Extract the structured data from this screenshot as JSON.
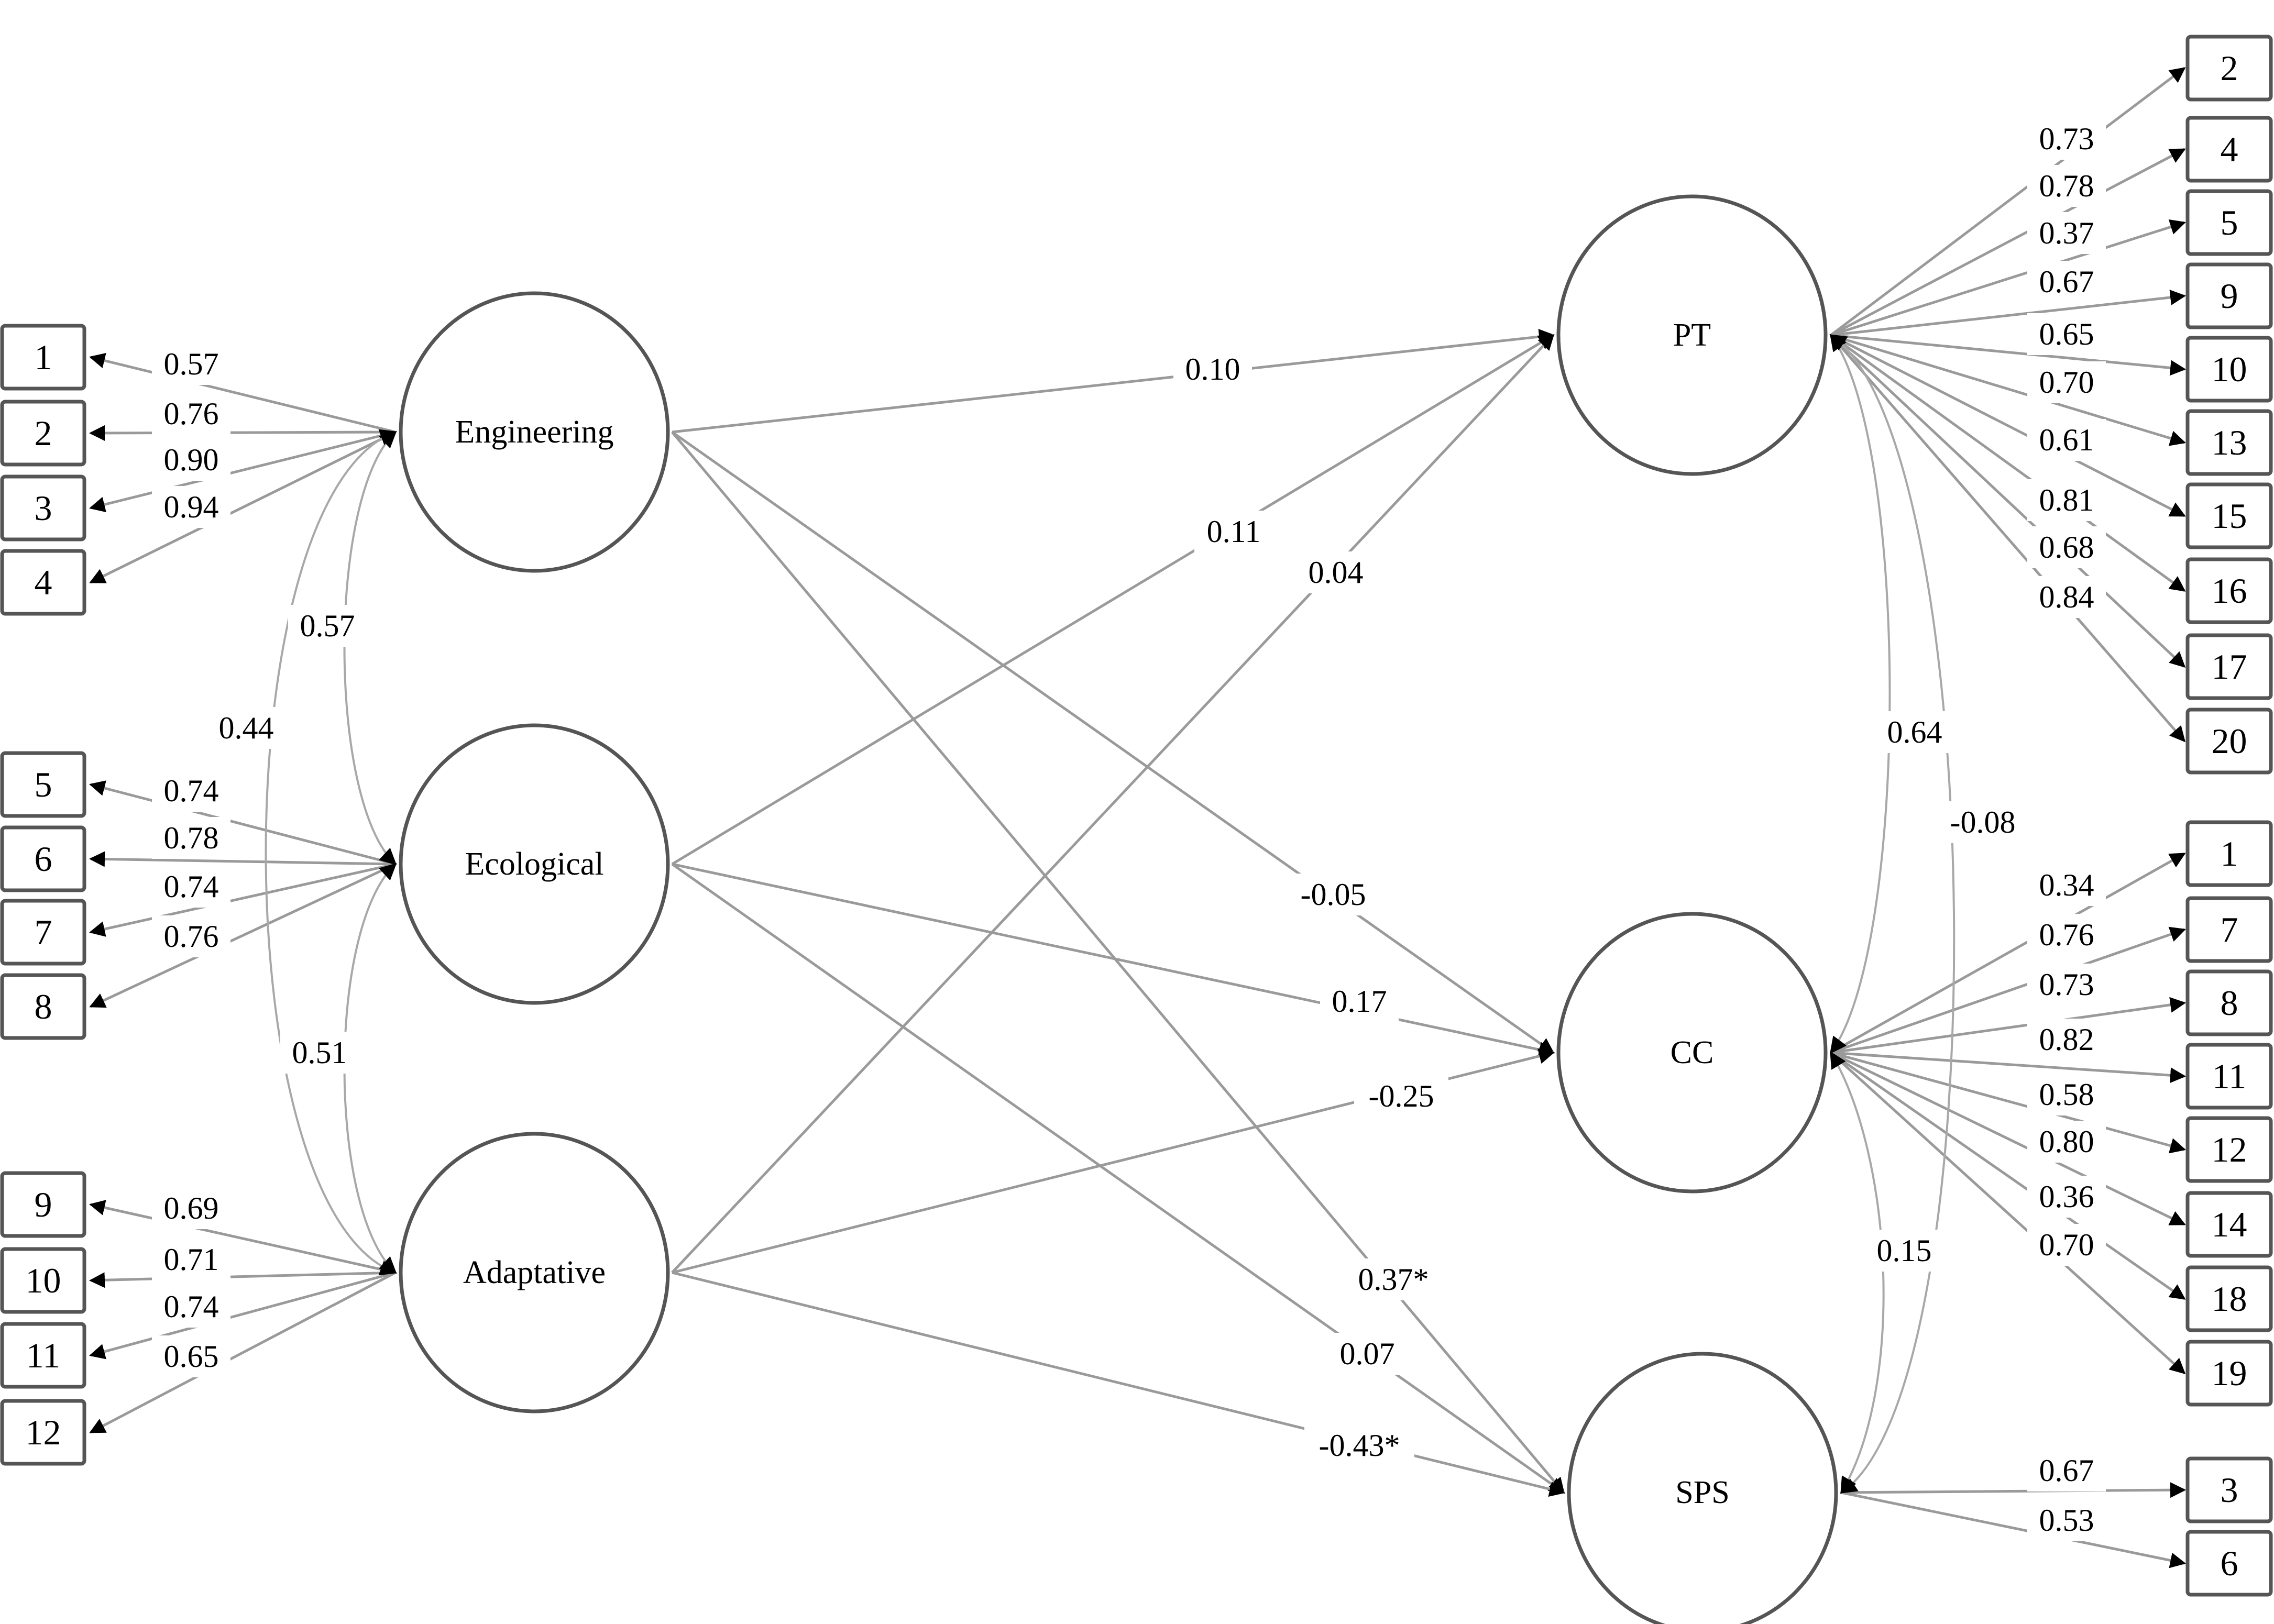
{
  "diagram": {
    "type": "structural_equation_model",
    "exogenous_latents": [
      {
        "id": "ENG",
        "label": "Engineering",
        "indicators": [
          {
            "item": "1",
            "loading": "0.57"
          },
          {
            "item": "2",
            "loading": "0.76"
          },
          {
            "item": "3",
            "loading": "0.90"
          },
          {
            "item": "4",
            "loading": "0.94"
          }
        ]
      },
      {
        "id": "ECO",
        "label": "Ecological",
        "indicators": [
          {
            "item": "5",
            "loading": "0.74"
          },
          {
            "item": "6",
            "loading": "0.78"
          },
          {
            "item": "7",
            "loading": "0.74"
          },
          {
            "item": "8",
            "loading": "0.76"
          }
        ]
      },
      {
        "id": "ADA",
        "label": "Adaptative",
        "indicators": [
          {
            "item": "9",
            "loading": "0.69"
          },
          {
            "item": "10",
            "loading": "0.71"
          },
          {
            "item": "11",
            "loading": "0.74"
          },
          {
            "item": "12",
            "loading": "0.65"
          }
        ]
      }
    ],
    "endogenous_latents": [
      {
        "id": "PT",
        "label": "PT",
        "indicators": [
          {
            "item": "2",
            "loading": "0.73"
          },
          {
            "item": "4",
            "loading": "0.78"
          },
          {
            "item": "5",
            "loading": "0.37"
          },
          {
            "item": "9",
            "loading": "0.67"
          },
          {
            "item": "10",
            "loading": "0.65"
          },
          {
            "item": "13",
            "loading": "0.70"
          },
          {
            "item": "15",
            "loading": "0.61"
          },
          {
            "item": "16",
            "loading": "0.81"
          },
          {
            "item": "17",
            "loading": "0.68"
          },
          {
            "item": "20",
            "loading": "0.84"
          }
        ]
      },
      {
        "id": "CC",
        "label": "CC",
        "indicators": [
          {
            "item": "1",
            "loading": "0.34"
          },
          {
            "item": "7",
            "loading": "0.76"
          },
          {
            "item": "8",
            "loading": "0.73"
          },
          {
            "item": "11",
            "loading": "0.82"
          },
          {
            "item": "12",
            "loading": "0.58"
          },
          {
            "item": "14",
            "loading": "0.80"
          },
          {
            "item": "18",
            "loading": "0.36"
          },
          {
            "item": "19",
            "loading": "0.70"
          }
        ]
      },
      {
        "id": "SPS",
        "label": "SPS",
        "indicators": [
          {
            "item": "3",
            "loading": "0.67"
          },
          {
            "item": "6",
            "loading": "0.53"
          }
        ]
      }
    ],
    "exogenous_correlations": [
      {
        "from": "ENG",
        "to": "ECO",
        "value": "0.57"
      },
      {
        "from": "ENG",
        "to": "ADA",
        "value": "0.44"
      },
      {
        "from": "ECO",
        "to": "ADA",
        "value": "0.51"
      }
    ],
    "endogenous_correlations": [
      {
        "from": "PT",
        "to": "CC",
        "value": "0.64"
      },
      {
        "from": "PT",
        "to": "SPS",
        "value": "-0.08"
      },
      {
        "from": "CC",
        "to": "SPS",
        "value": "0.15"
      }
    ],
    "structural_paths": [
      {
        "from": "ENG",
        "to": "PT",
        "value": "0.10"
      },
      {
        "from": "ECO",
        "to": "PT",
        "value": "0.11"
      },
      {
        "from": "ADA",
        "to": "PT",
        "value": "0.04"
      },
      {
        "from": "ENG",
        "to": "CC",
        "value": "-0.05"
      },
      {
        "from": "ECO",
        "to": "CC",
        "value": "0.17"
      },
      {
        "from": "ADA",
        "to": "CC",
        "value": "-0.25"
      },
      {
        "from": "ENG",
        "to": "SPS",
        "value": "0.37*"
      },
      {
        "from": "ECO",
        "to": "SPS",
        "value": "0.07"
      },
      {
        "from": "ADA",
        "to": "SPS",
        "value": "-0.43*"
      }
    ]
  }
}
